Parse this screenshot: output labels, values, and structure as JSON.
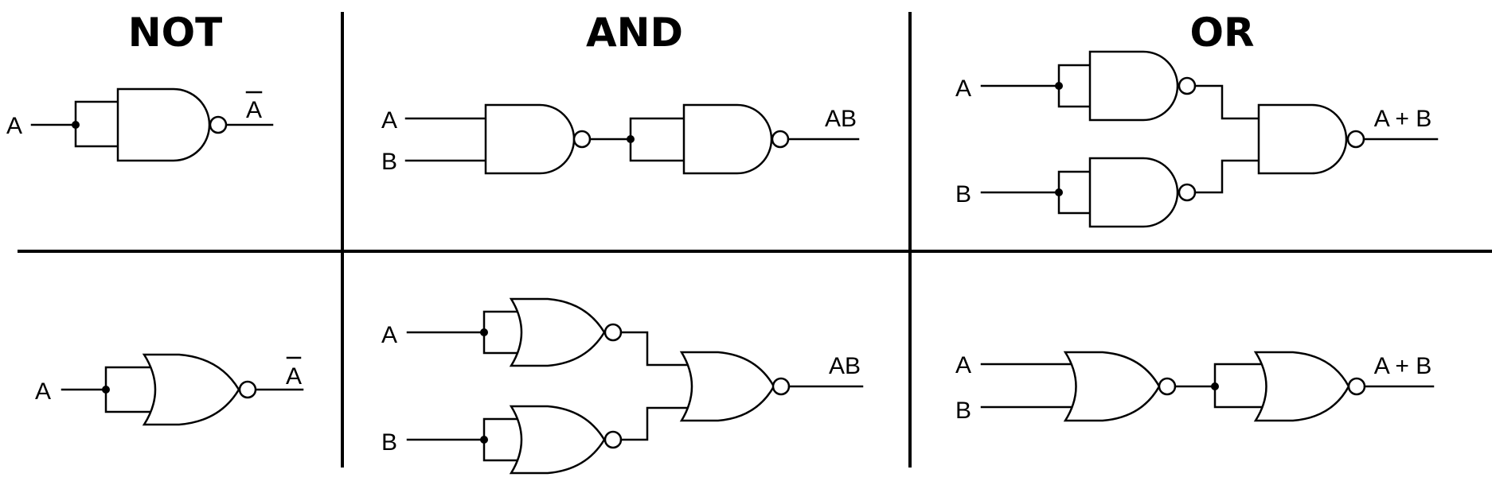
{
  "headers": {
    "not": "NOT",
    "and": "AND",
    "or": "OR"
  },
  "labels": {
    "a": "A",
    "b": "B",
    "not_a": "A",
    "ab": "AB",
    "a_plus_b": "A + B"
  },
  "colors": {
    "ink": "#000000",
    "background": "#ffffff"
  }
}
